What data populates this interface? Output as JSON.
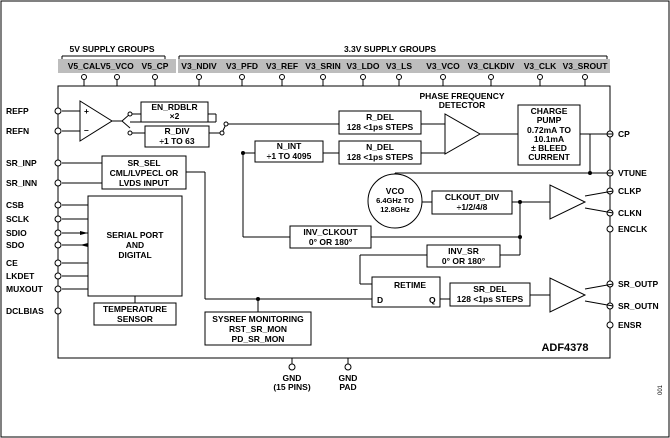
{
  "supply_groups": {
    "five_v_title": "5V SUPPLY GROUPS",
    "three_v_title": "3.3V SUPPLY GROUPS",
    "pins": [
      "V5_CAL",
      "V5_VCO",
      "V5_CP",
      "V3_NDIV",
      "V3_PFD",
      "V3_REF",
      "V3_SRIN",
      "V3_LDO",
      "V3_LS",
      "V3_VCO",
      "V3_CLKDIV",
      "V3_CLK",
      "V3_SROUT"
    ]
  },
  "left_pins": [
    "REFP",
    "REFN",
    "SR_INP",
    "SR_INN",
    "CSB",
    "SCLK",
    "SDIO",
    "SDO",
    "CE",
    "LKDET",
    "MUXOUT",
    "DCLBIAS"
  ],
  "right_pins": [
    "CP",
    "VTUNE",
    "CLKP",
    "CLKN",
    "ENCLK",
    "SR_OUTP",
    "SR_OUTN",
    "ENSR"
  ],
  "bottom_pins": {
    "gnd_line1": "GND",
    "gnd_line2": "(15 PINS)",
    "pad_line1": "GND",
    "pad_line2": "PAD"
  },
  "blocks": {
    "en_rdblr": [
      "EN_RDBLR",
      "×2"
    ],
    "r_div": [
      "R_DIV",
      "÷1 TO 63"
    ],
    "pfd_title": [
      "PHASE FREQUENCY",
      "DETECTOR"
    ],
    "r_del": [
      "R_DEL",
      "128 <1ps STEPS"
    ],
    "n_int": [
      "N_INT",
      "÷1 TO 4095"
    ],
    "n_del": [
      "N_DEL",
      "128 <1ps STEPS"
    ],
    "charge_pump": [
      "CHARGE",
      "PUMP",
      "0.72mA TO",
      "10.1mA",
      "± BLEED",
      "CURRENT"
    ],
    "sr_sel": [
      "SR_SEL",
      "CML/LVPECL OR",
      "LVDS INPUT"
    ],
    "serial_port": [
      "SERIAL PORT",
      "AND",
      "DIGITAL"
    ],
    "temp_sensor": [
      "TEMPERATURE",
      "SENSOR"
    ],
    "vco": [
      "VCO",
      "6.4GHz TO",
      "12.8GHz"
    ],
    "clkout_div": [
      "CLKOUT_DIV",
      "÷1/2/4/8"
    ],
    "inv_clkout": [
      "INV_CLKOUT",
      "0° OR 180°"
    ],
    "inv_sr": [
      "INV_SR",
      "0° OR 180°"
    ],
    "retime": [
      "RETIME"
    ],
    "retime_d": "D",
    "retime_q": "Q",
    "sr_del": [
      "SR_DEL",
      "128 <1ps STEPS"
    ],
    "sysref_mon": [
      "SYSREF MONITORING",
      "RST_SR_MON",
      "PD_SR_MON"
    ]
  },
  "part_name": "ADF4378",
  "figure_id": "001"
}
